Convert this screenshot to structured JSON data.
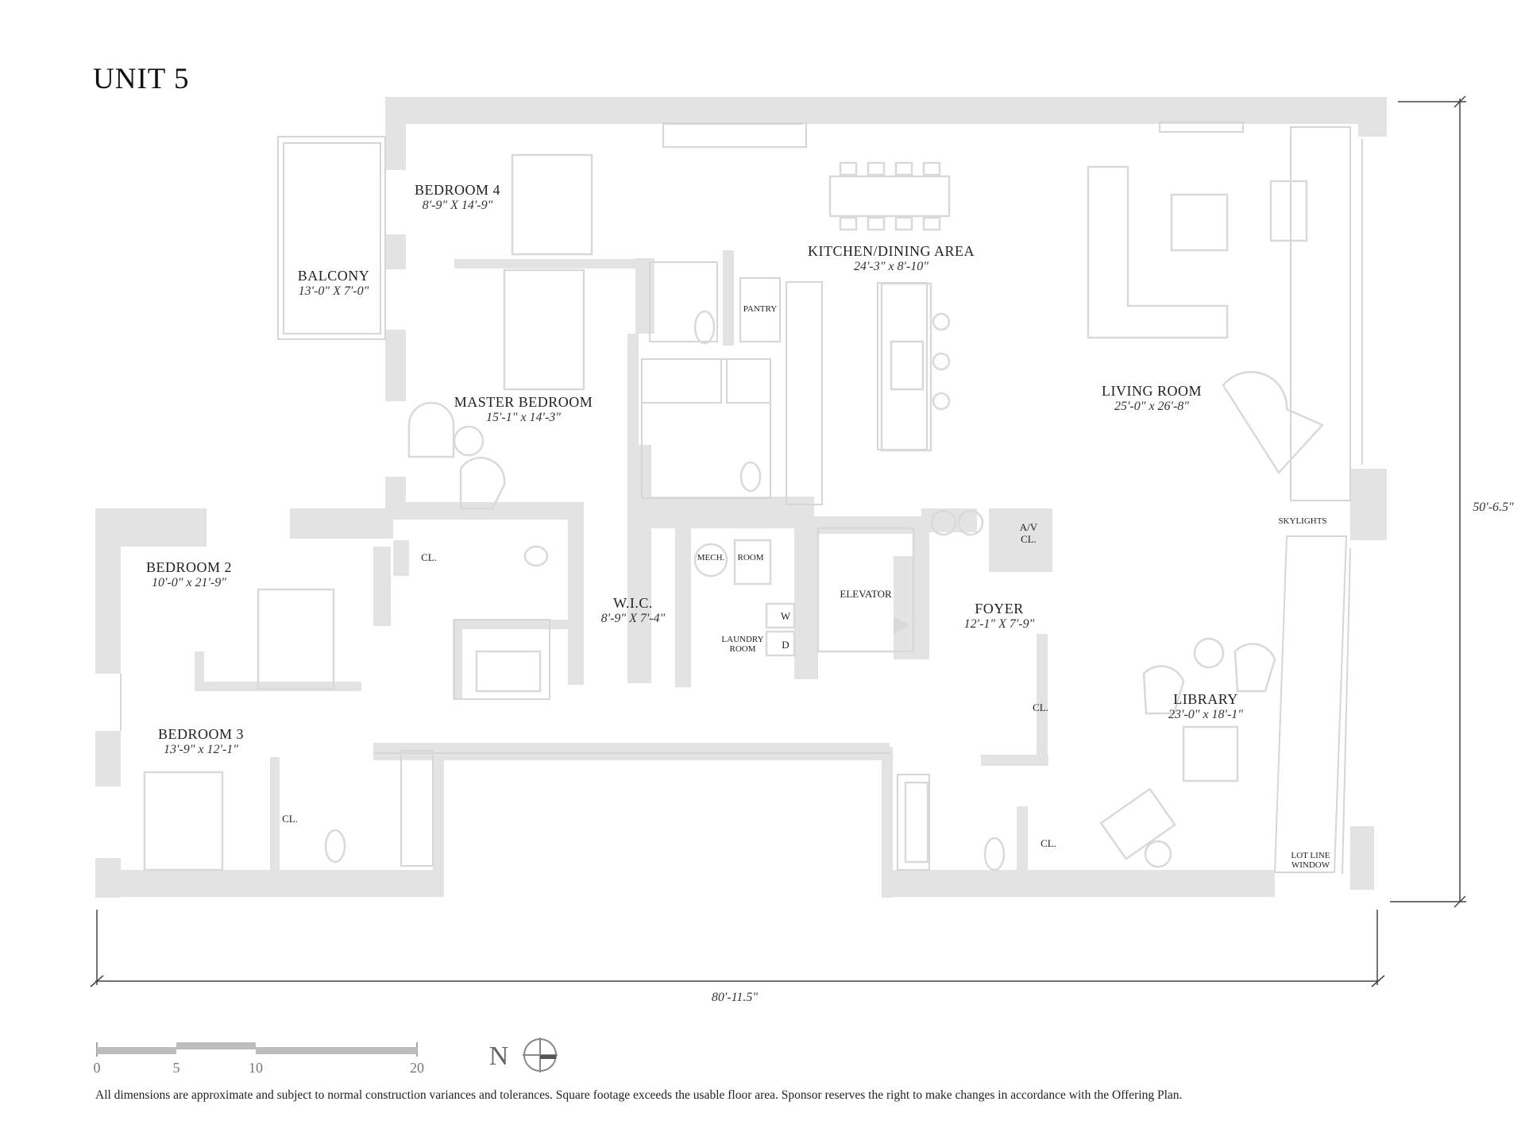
{
  "title": "UNIT 5",
  "rooms": {
    "bedroom4": {
      "name": "BEDROOM 4",
      "dims": "8'-9\" X 14'-9\""
    },
    "balcony": {
      "name": "BALCONY",
      "dims": "13'-0\" X 7'-0\""
    },
    "kitchen": {
      "name": "KITCHEN/DINING AREA",
      "dims": "24'-3\" x 8'-10\""
    },
    "master": {
      "name": "MASTER BEDROOM",
      "dims": "15'-1\" x 14'-3\""
    },
    "living": {
      "name": "LIVING ROOM",
      "dims": "25'-0\" x 26'-8\""
    },
    "bedroom2": {
      "name": "BEDROOM 2",
      "dims": "10'-0\" x 21'-9\""
    },
    "wic": {
      "name": "W.I.C.",
      "dims": "8'-9\" X 7'-4\""
    },
    "foyer": {
      "name": "FOYER",
      "dims": "12'-1\" X 7'-9\""
    },
    "library": {
      "name": "LIBRARY",
      "dims": "23'-0\" x 18'-1\""
    },
    "bedroom3": {
      "name": "BEDROOM 3",
      "dims": "13'-9\" x 12'-1\""
    }
  },
  "labels": {
    "pantry": "PANTRY",
    "mech": "MECH.",
    "room": "ROOM",
    "laundry_1": "LAUNDRY",
    "laundry_2": "ROOM",
    "washer": "W",
    "dryer": "D",
    "elevator": "ELEVATOR",
    "av_1": "A/V",
    "av_2": "CL.",
    "closet": "CL.",
    "skylights": "SKYLIGHTS",
    "lotline_1": "LOT LINE",
    "lotline_2": "WINDOW"
  },
  "dimensions": {
    "width": "80'-11.5\"",
    "depth": "50'-6.5\""
  },
  "scale": {
    "ticks": [
      "0",
      "5",
      "10",
      "20"
    ]
  },
  "north": "N",
  "disclaimer": "All dimensions are approximate and subject to normal construction variances and tolerances. Square footage exceeds the usable floor area. Sponsor reserves the right to make changes in accordance with the Offering Plan."
}
